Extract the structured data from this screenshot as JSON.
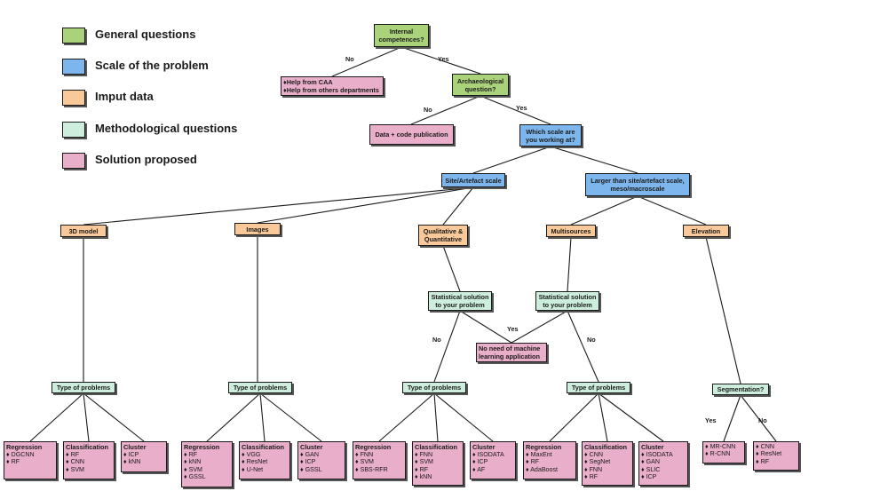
{
  "colors": {
    "general": "#a9d27a",
    "scale": "#7db6ec",
    "input": "#f9c99a",
    "method": "#cdeedd",
    "solution": "#e9aeca",
    "line": "#1a1a1a"
  },
  "legend": {
    "general": "General questions",
    "scale": "Scale of the problem",
    "input": "Imput data",
    "method": "Methodological questions",
    "solution": "Solution proposed"
  },
  "nodes": {
    "internal": [
      "Internal",
      "competences?"
    ],
    "caa": [
      "♦Help from CAA",
      "♦Help from others departments"
    ],
    "archaeological": [
      "Archaeological",
      "question?"
    ],
    "datacode": [
      "Data + code publication"
    ],
    "whichscale": [
      "Which scale are",
      "you working at?"
    ],
    "site": [
      "Site/Artefact scale"
    ],
    "larger": [
      "Larger than site/artefact scale,",
      "meso/macroscale"
    ],
    "model3d": [
      "3D model"
    ],
    "images": [
      "Images"
    ],
    "qual": [
      "Qualitative &",
      "Quantitative"
    ],
    "multi": [
      "Multisources"
    ],
    "elev": [
      "Elevation"
    ],
    "stat1": [
      "Statistical solution",
      "to your problem"
    ],
    "stat2": [
      "Statistical solution",
      "to your problem"
    ],
    "noneed": [
      "No need of machine",
      "learning application"
    ],
    "tp1": [
      "Type of problems"
    ],
    "tp2": [
      "Type of problems"
    ],
    "tp3": [
      "Type of problems"
    ],
    "tp4": [
      "Type of problems"
    ],
    "seg": [
      "Segmentation?"
    ]
  },
  "labels": {
    "no_caa": "No",
    "yes_arch": "Yes",
    "no_data": "No",
    "yes_scale": "Yes",
    "no_stat1": "No",
    "yes_noneed": "Yes",
    "no_stat2": "No",
    "yes_seg": "Yes",
    "no_seg": "No"
  },
  "solutions": {
    "r1": {
      "title": "Regression",
      "items": [
        "♦ DGCNN",
        "♦ RF"
      ]
    },
    "c1": {
      "title": "Classification",
      "items": [
        "♦ RF",
        "♦ CNN",
        "♦ SVM"
      ]
    },
    "k1": {
      "title": "Cluster",
      "items": [
        "♦ ICP",
        "♦ kNN"
      ]
    },
    "r2": {
      "title": "Regression",
      "items": [
        "♦ RF",
        "♦ kNN",
        "♦ SVM",
        "♦ GSSL"
      ]
    },
    "c2": {
      "title": "Classification",
      "items": [
        "♦ VGG",
        "♦ ResNet",
        "♦ U-Net"
      ]
    },
    "k2": {
      "title": "Cluster",
      "items": [
        "♦ GAN",
        "♦ ICP",
        "♦ GSSL"
      ]
    },
    "r3": {
      "title": "Regression",
      "items": [
        "♦ FNN",
        "♦ SVM",
        "♦ SBS-RFR"
      ]
    },
    "c3": {
      "title": "Classification",
      "items": [
        "♦ FNN",
        "♦ SVM",
        "♦ RF",
        "♦ kNN"
      ]
    },
    "k3": {
      "title": "Cluster",
      "items": [
        "♦ ISODATA",
        "♦ ICP",
        "♦ AF"
      ]
    },
    "r4": {
      "title": "Regression",
      "items": [
        "♦ MaxEnt",
        "♦ RF",
        "♦ AdaBoost"
      ]
    },
    "c4": {
      "title": "Classification",
      "items": [
        "♦ CNN",
        "♦ SegNet",
        "♦ FNN",
        "♦ RF"
      ]
    },
    "k4": {
      "title": "Cluster",
      "items": [
        "♦ ISODATA",
        "♦ GAN",
        "♦ SLIC",
        "♦ ICP"
      ]
    },
    "s1": {
      "title": "",
      "items": [
        "♦ MR-CNN",
        "♦ R-CNN"
      ]
    },
    "s2": {
      "title": "",
      "items": [
        "♦ CNN",
        "♦ ResNet",
        "♦ RF"
      ]
    }
  }
}
